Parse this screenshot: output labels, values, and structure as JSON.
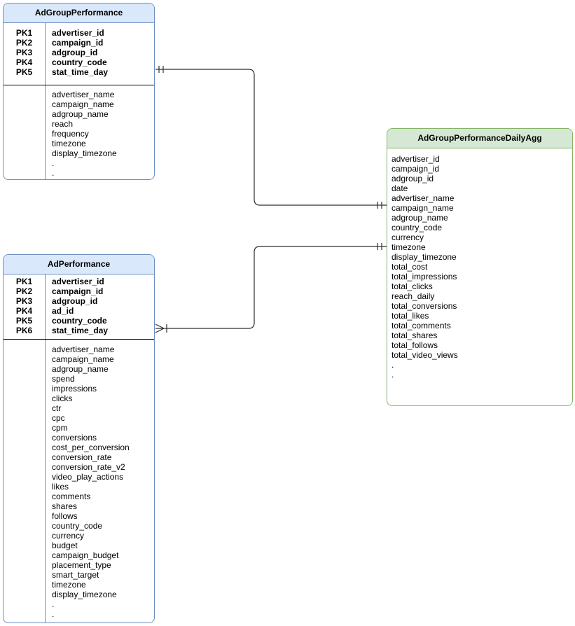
{
  "diagram": {
    "type": "entity-relationship",
    "colors": {
      "blue_fill": "#dae8fc",
      "blue_stroke": "#6c8ebf",
      "green_fill": "#d5e8d4",
      "green_stroke": "#82b366",
      "connector": "#2e2e2e",
      "divider": "#000000",
      "text": "#000000"
    },
    "entities": {
      "adGroupPerformance": {
        "title": "AdGroupPerformance",
        "keys": [
          {
            "pk": "PK1",
            "field": "advertiser_id"
          },
          {
            "pk": "PK2",
            "field": "campaign_id"
          },
          {
            "pk": "PK3",
            "field": "adgroup_id"
          },
          {
            "pk": "PK4",
            "field": "country_code"
          },
          {
            "pk": "PK5",
            "field": "stat_time_day"
          }
        ],
        "fields": [
          "advertiser_name",
          "campaign_name",
          "adgroup_name",
          "reach",
          "frequency",
          "timezone",
          "display_timezone",
          ".",
          "."
        ]
      },
      "adPerformance": {
        "title": "AdPerformance",
        "keys": [
          {
            "pk": "PK1",
            "field": "advertiser_id"
          },
          {
            "pk": "PK2",
            "field": "campaign_id"
          },
          {
            "pk": "PK3",
            "field": "adgroup_id"
          },
          {
            "pk": "PK4",
            "field": "ad_id"
          },
          {
            "pk": "PK5",
            "field": "country_code"
          },
          {
            "pk": "PK6",
            "field": "stat_time_day"
          }
        ],
        "fields": [
          "advertiser_name",
          "campaign_name",
          "adgroup_name",
          "spend",
          "impressions",
          "clicks",
          "ctr",
          "cpc",
          "cpm",
          "conversions",
          "cost_per_conversion",
          "conversion_rate",
          "conversion_rate_v2",
          "video_play_actions",
          "likes",
          "comments",
          "shares",
          "follows",
          "country_code",
          "currency",
          "budget",
          "campaign_budget",
          "placement_type",
          "smart_target",
          "timezone",
          "display_timezone",
          ".",
          "."
        ]
      },
      "adGroupPerformanceDailyAgg": {
        "title": "AdGroupPerformanceDailyAgg",
        "fields": [
          "advertiser_id",
          "campaign_id",
          "adgroup_id",
          "date",
          "advertiser_name",
          "campaign_name",
          "adgroup_name",
          "country_code",
          "currency",
          "timezone",
          "display_timezone",
          "total_cost",
          "total_impressions",
          "total_clicks",
          "reach_daily",
          "total_conversions",
          "total_likes",
          "total_comments",
          "total_shares",
          "total_follows",
          "total_video_views",
          ".",
          "."
        ]
      }
    },
    "relationships": [
      {
        "from": "AdGroupPerformance",
        "to": "AdGroupPerformanceDailyAgg",
        "from_cardinality": "one-and-only-one",
        "to_cardinality": "one-and-only-one"
      },
      {
        "from": "AdPerformance",
        "to": "AdGroupPerformanceDailyAgg",
        "from_cardinality": "one-or-many",
        "to_cardinality": "one-and-only-one"
      }
    ]
  }
}
